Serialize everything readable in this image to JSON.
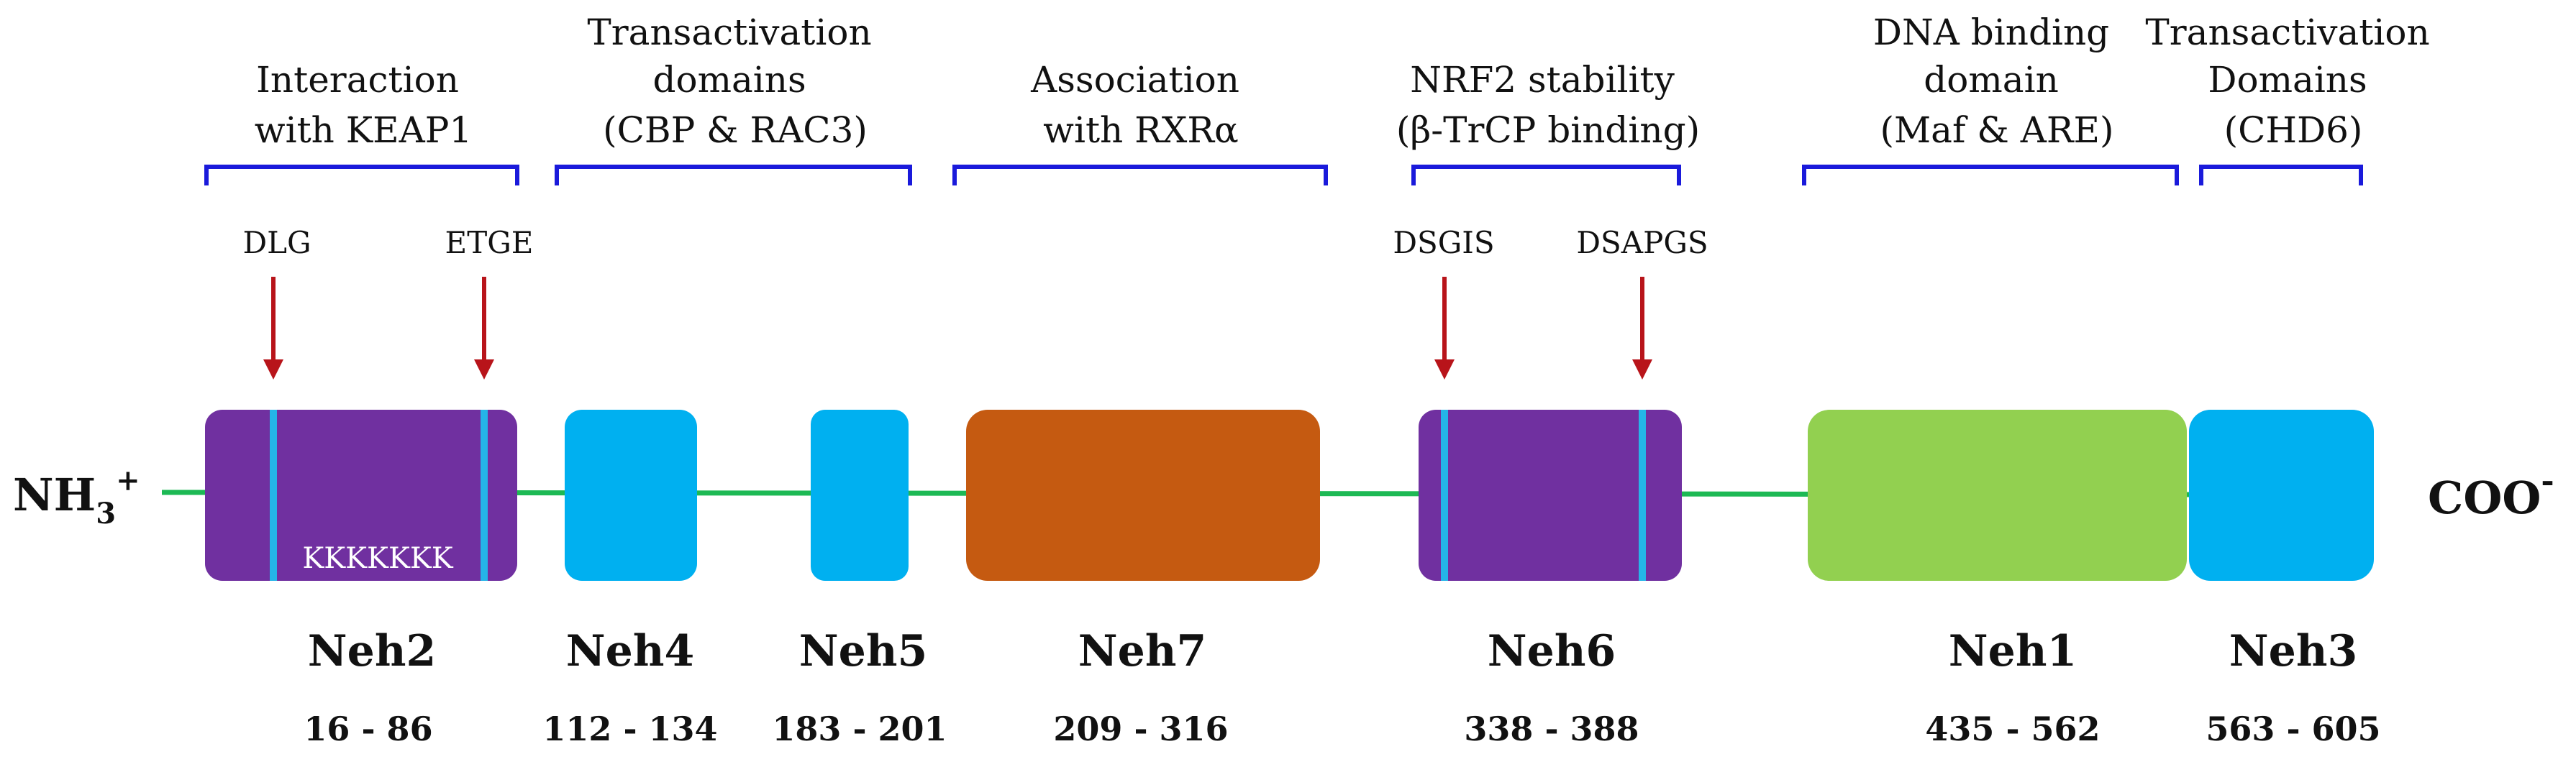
{
  "colors": {
    "backbone": "#1db954",
    "bracket": "#1a1adb",
    "arrow": "#b8141a",
    "motif_stripe": "#25b5e8",
    "purple": "#7030a0",
    "cyan": "#00b0f0",
    "orange": "#c55a11",
    "green": "#92d050"
  },
  "termini": {
    "n": {
      "base": "NH",
      "sub": "3",
      "sup": "+"
    },
    "c": {
      "base": "COO",
      "sup": "-"
    }
  },
  "functions": [
    {
      "id": "keap1",
      "lines": [
        "Interaction",
        "with KEAP1"
      ]
    },
    {
      "id": "ta1",
      "lines": [
        "Transactivation",
        "domains",
        "(CBP & RAC3)"
      ]
    },
    {
      "id": "rxr",
      "lines": [
        "Association",
        "with RXRα"
      ]
    },
    {
      "id": "nrf2",
      "lines": [
        "NRF2 stability",
        "(β-TrCP binding)"
      ]
    },
    {
      "id": "dna",
      "lines": [
        "DNA binding",
        "domain",
        "(Maf & ARE)"
      ]
    },
    {
      "id": "ta2",
      "lines": [
        "Transactivation",
        "Domains",
        "(CHD6)"
      ]
    }
  ],
  "motifs": [
    {
      "id": "dlg",
      "label": "DLG"
    },
    {
      "id": "etge",
      "label": "ETGE"
    },
    {
      "id": "dsgis",
      "label": "DSGIS"
    },
    {
      "id": "dsapgs",
      "label": "DSAPGS"
    }
  ],
  "lysines": "KKKKKKK",
  "domains": [
    {
      "id": "neh2",
      "name": "Neh2",
      "range": "16 - 86",
      "color": "#7030a0"
    },
    {
      "id": "neh4",
      "name": "Neh4",
      "range": "112 - 134",
      "color": "#00b0f0"
    },
    {
      "id": "neh5",
      "name": "Neh5",
      "range": "183 - 201",
      "color": "#00b0f0"
    },
    {
      "id": "neh7",
      "name": "Neh7",
      "range": "209 - 316",
      "color": "#c55a11"
    },
    {
      "id": "neh6",
      "name": "Neh6",
      "range": "338 - 388",
      "color": "#7030a0"
    },
    {
      "id": "neh1",
      "name": "Neh1",
      "range": "435 - 562",
      "color": "#92d050"
    },
    {
      "id": "neh3",
      "name": "Neh3",
      "range": "563 - 605",
      "color": "#00b0f0"
    }
  ]
}
